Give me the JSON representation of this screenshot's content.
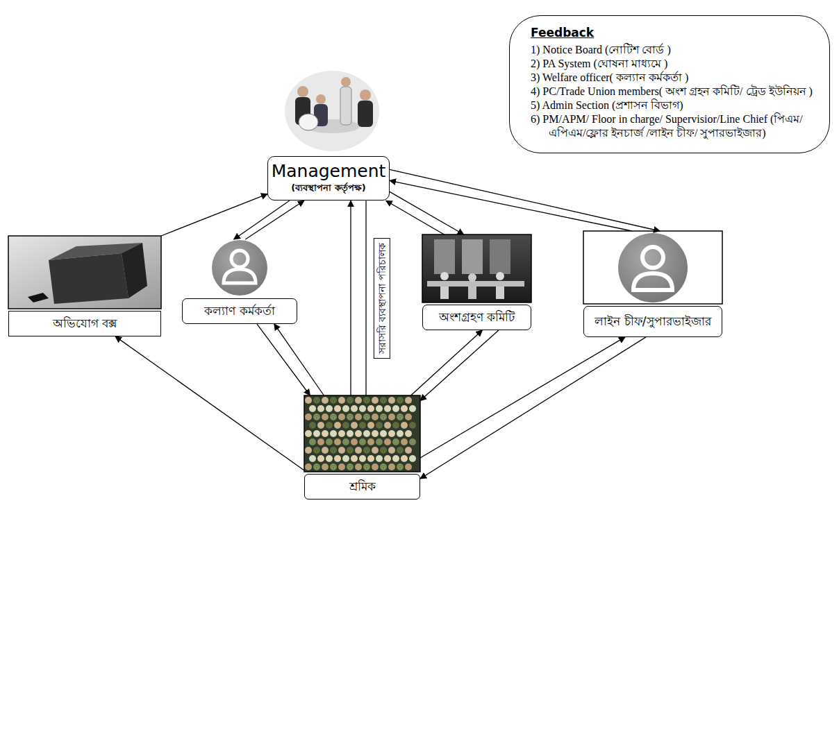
{
  "diagram": {
    "nodes": [
      {
        "text": [
          "Feedback",
          "1) Notice Board (নোটিশ বোর্ড )",
          "2) PA System (ঘোষনা মাধ্যমে )",
          "3) Welfare officer( কল্যান কর্মকর্তা )",
          "4) PC/Trade Union members( অংশ গ্রহন কমিটি/ ট্রেড ইউনিয়ন )",
          "5) Admin Section (প্রশাসন বিভাগ)",
          "6) PM/APM/ Floor in charge/ Supervisior/Line Chief (পিএম/এপিএম/ফ্লোর ইনচার্জ /লাইন চীফ/ সুপারভাইজার)"
        ]
      },
      {
        "text": [
          "Management",
          "(ব্যবস্থাপনা কর্তৃপক্ষ)"
        ]
      },
      {
        "text": [
          "অভিযোগ বক্স"
        ]
      },
      {
        "text": [
          "কল্যাণ কর্মকর্তা"
        ]
      },
      {
        "text": [
          "অংশগ্রহণ কমিটি"
        ]
      },
      {
        "text": [
          "লাইন চীফ/সুপারভাইজার"
        ]
      },
      {
        "text": [
          "শ্রমিক"
        ]
      }
    ],
    "edges": [
      {
        "from": 6,
        "to": 2,
        "arrow": "to"
      },
      {
        "from": 2,
        "to": 1,
        "arrow": "to"
      },
      {
        "from": 3,
        "to": 1,
        "arrow": "to"
      },
      {
        "from": 1,
        "to": 3,
        "arrow": "to"
      },
      {
        "from": 3,
        "to": 6,
        "arrow": "to"
      },
      {
        "from": 6,
        "to": 3,
        "arrow": "to"
      },
      {
        "from": 6,
        "to": 1,
        "arrow": "to",
        "label": "সরাসরি ব্যবস্থাপনা পরিচালক"
      },
      {
        "from": 1,
        "to": 6,
        "arrow": "none"
      },
      {
        "from": 4,
        "to": 1,
        "arrow": "to"
      },
      {
        "from": 1,
        "to": 4,
        "arrow": "to"
      },
      {
        "from": 4,
        "to": 6,
        "arrow": "to"
      },
      {
        "from": 6,
        "to": 4,
        "arrow": "to"
      },
      {
        "from": 5,
        "to": 1,
        "arrow": "to"
      },
      {
        "from": 1,
        "to": 5,
        "arrow": "to"
      },
      {
        "from": 5,
        "to": 6,
        "arrow": "to"
      },
      {
        "from": 6,
        "to": 5,
        "arrow": "to"
      }
    ]
  }
}
